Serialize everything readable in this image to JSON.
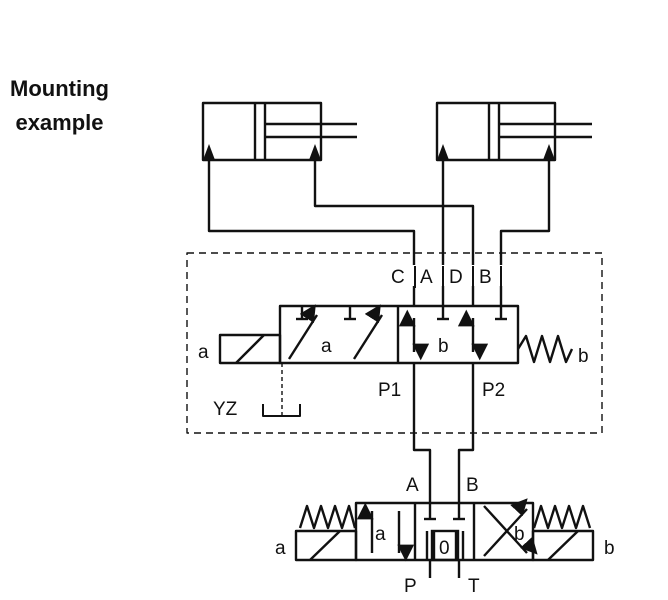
{
  "title": {
    "line1": "Mounting",
    "line2": "example"
  },
  "labels": {
    "port_c": "C",
    "port_a": "A",
    "port_d": "D",
    "port_b": "B",
    "pilot_a_box": "a",
    "pilot_b_box": "b",
    "solenoid_a": "a",
    "spring_b": "b",
    "drain": "YZ",
    "p1": "P1",
    "p2": "P2",
    "lower_a": "A",
    "lower_b": "B",
    "lower_box_a": "a",
    "lower_box_b": "b",
    "lower_center": "0",
    "lower_solenoid_a": "a",
    "lower_solenoid_b": "b",
    "port_p": "P",
    "port_t": "T"
  }
}
